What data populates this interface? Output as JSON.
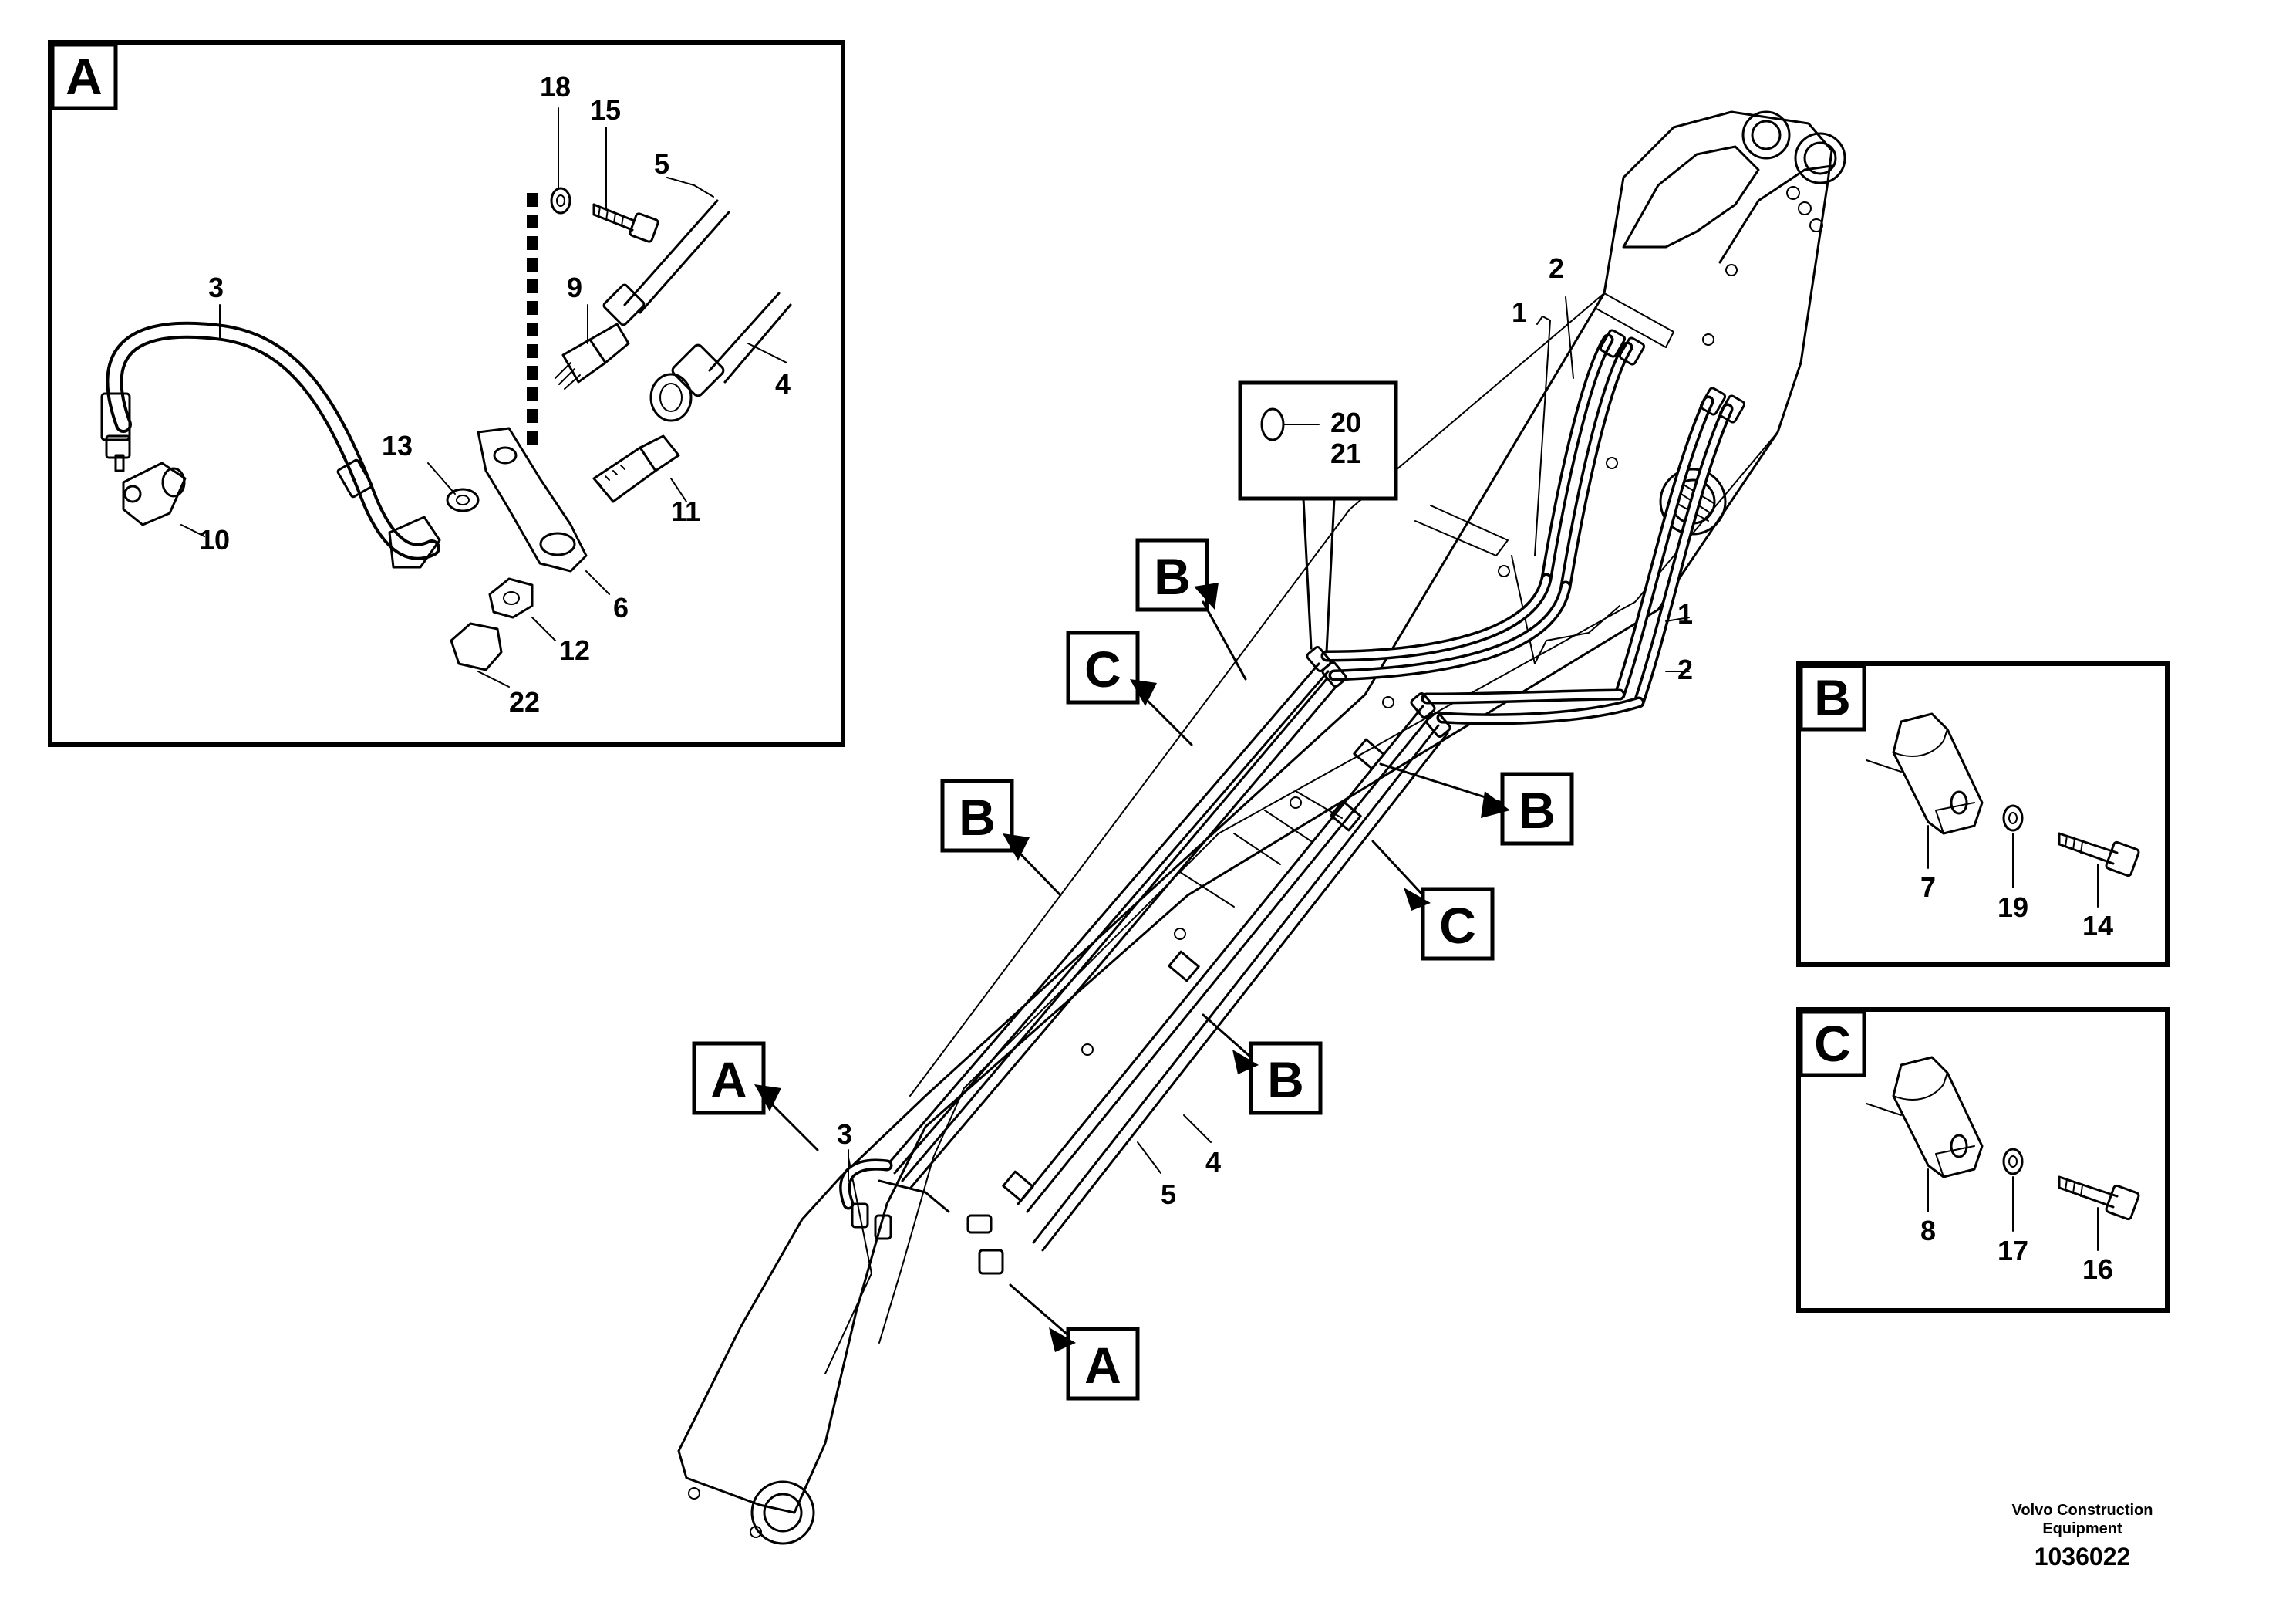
{
  "inset_a": {
    "title": "A",
    "labels": {
      "p18": "18",
      "p15": "15",
      "p5": "5",
      "p3": "3",
      "p9": "9",
      "p4": "4",
      "p13": "13",
      "p11": "11",
      "p10": "10",
      "p6": "6",
      "p12": "12",
      "p22": "22"
    }
  },
  "inset_b": {
    "title": "B",
    "labels": {
      "p7": "7",
      "p19": "19",
      "p14": "14"
    }
  },
  "inset_c": {
    "title": "C",
    "labels": {
      "p8": "8",
      "p17": "17",
      "p16": "16"
    }
  },
  "main": {
    "callout_20": "20",
    "callout_21": "21",
    "labels": {
      "p1_top": "1",
      "p2_top": "2",
      "p1_right": "1",
      "p2_right": "2",
      "p3": "3",
      "p4": "4",
      "p5": "5"
    },
    "tags": {
      "b": "B",
      "c": "C",
      "a": "A"
    }
  },
  "footer": {
    "company_line1": "Volvo Construction",
    "company_line2": "Equipment",
    "drawing_number": "1036022"
  }
}
